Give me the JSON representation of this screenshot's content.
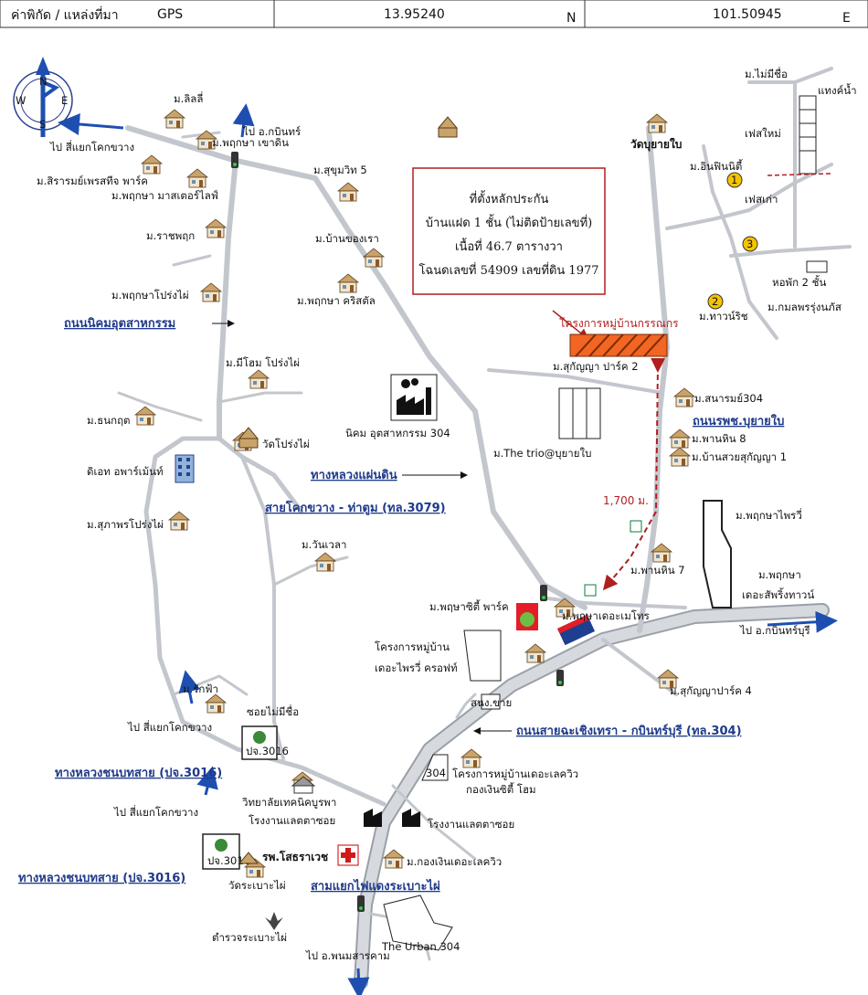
{
  "header": {
    "label": "ค่าพิกัด / แหล่งที่มา",
    "source": "GPS",
    "lat": "13.95240",
    "lat_dir": "N",
    "lon": "101.50945",
    "lon_dir": "E"
  },
  "compass": {
    "n": "N",
    "s": "S",
    "e": "E",
    "w": "W"
  },
  "info_box": {
    "line1": "ที่ตั้งหลักประกัน",
    "line2": "บ้านแฝด 1 ชั้น (ไม่ติดป้ายเลขที่)",
    "line3": "เนื้อที่ 46.7 ตารางวา",
    "line4": "โฉนดเลขที่ 54909 เลขที่ดิน 1977"
  },
  "project_label": "โครงการหมู่บ้านกรรณกร",
  "distance": "1,700 ม.",
  "road_labels": {
    "nikhom": "ถนนนิคมอุตสาหกรรม",
    "highway1": "ทางหลวงแผ่นดิน",
    "highway2": "สายโคกขวาง - ท่าตูม (ทล.3079)",
    "chachoengsao": "ถนนสายฉะเชิงเทรา - กบินทร์บุรี (ทล.304)",
    "rural1": "ทางหลวงชนบทสาย (ปจ.3016)",
    "rural2": "ทางหลวงชนบทสาย (ปจ.3016)",
    "intersection": "สามแยกไฟแดงระเบาะไผ่",
    "hospital_road": "ถนนรพช.บุยายใบ"
  },
  "labels": {
    "lilly": "ม.ลิลลี่",
    "to_kabin1": "ไป อ.กบินทร์",
    "to_khokkwang1": "ไป สี่แยกโคกขวาง",
    "pruksa_khaodin": "ม.พฤกษา เขาดิน",
    "sukhumvit5": "ม.สุขุมวิท 5",
    "sirarom": "ม.สิรารมย์เพรสทีจ พาร์ค",
    "pruksa_master": "ม.พฤกษา มาสเตอร์ไลฟ์",
    "ratchapruk": "ม.ราชพฤก",
    "baankhongrao": "ม.บ้านของเรา",
    "pruksa_prongphai": "ม.พฤกษาโปร่งไผ่",
    "pruksa_crystal": "ม.พฤกษา คริสตัล",
    "mihome": "ม.มีโฮม โปร่งไผ่",
    "thanakrit": "ม.ธนกฤต",
    "wat_prongphai": "วัดโปร่งไผ่",
    "nikhom304": "นิคม อุตสาหกรรม 304",
    "diet": "ดิเอท อพาร์เม้นท์",
    "supaporn": "ม.สุภาพรโปร่งไผ่",
    "wanwela": "ม.วันเวลา",
    "wat_buyaibai": "วัดบุยายใบ",
    "mai_mi_chue": "ม.ไม่มีชื่อ",
    "tank": "แทงค์น้ำ",
    "phase_new": "เฟสใหม่",
    "infinity": "ม.อินฟินนิตี้",
    "phase_old": "เฟสเก่า",
    "dorm": "หอพัก 2 ชั้น",
    "townrich": "ม.ทาวน์ริช",
    "kamolphon": "ม.กมลพรรุ่งนภัส",
    "sukanya2": "ม.สุกัญญา ปาร์ค 2",
    "sanarom": "ม.สนารมย์304",
    "thetrio": "ม.The trio@บุยายใบ",
    "phanhin8": "ม.พานหิน 8",
    "baansuay": "ม.บ้านสวยสุกัญญา 1",
    "pruksa_pry": "ม.พฤกษาไพรวี่",
    "pruksa": "ม.พฤกษา",
    "spring_town": "เดอะสัพริ้งทาวน์",
    "phanhin7": "ม.พานหิน 7",
    "pruksa_city_park": "ม.พฤษาซิตี้ พาร์ค",
    "pruksa_metro": "ม.พฤษาเดอะเมโทร",
    "to_kabinburi": "ไป อ.กบินทร์บุรี",
    "the_pry_croft1": "โครงการหมู่บ้าน",
    "the_pry_croft2": "เดอะไพรวี่ ครอฟท์",
    "sukanya4": "ม.สุกัญญาปาร์ค 4",
    "sanong": "สนง.ขาย",
    "rakfa": "ม.รักฟ้า",
    "soi_noname": "ซอยไม่มีชื่อ",
    "to_khokkwang2": "ไป สี่แยกโคกขวาง",
    "to_khokkwang3": "ไป สี่แยกโคกขวาง",
    "road304_badge": "304",
    "lakeview1": "โครงการหมู่บ้านเดอะเลควิว",
    "lakeview2": "กองเงินซิตี้ โฮม",
    "college1": "วิทยาลัยเทคนิคบูรพา",
    "factory_ice1": "โรงงานแลตตาซอย",
    "factory_ice2": "โรงงานแลตตาซอย",
    "hospital": "รพ.โสธราเวช",
    "kongngoen": "ม.กองเงินเดอะเลควิว",
    "pj3016_a": "ปจ.3016",
    "pj3016_b": "ปจ.3016",
    "wat_rabopai": "วัดระเบาะไผ่",
    "police": "ตำรวจระเบาะไผ่",
    "urban304": "The Urban 304",
    "to_phanom": "ไป อ.พนมสารคาม",
    "num1": "1",
    "num2": "2",
    "num3": "3"
  },
  "colors": {
    "road": "#c9cdd4",
    "road_edge": "#9aa0a8",
    "label_blue": "#1f3a8a",
    "red": "#b01e1e",
    "site": "#f26522",
    "arrow_yellow": "#f5c400",
    "arrow_blue": "#1e4fb0"
  }
}
